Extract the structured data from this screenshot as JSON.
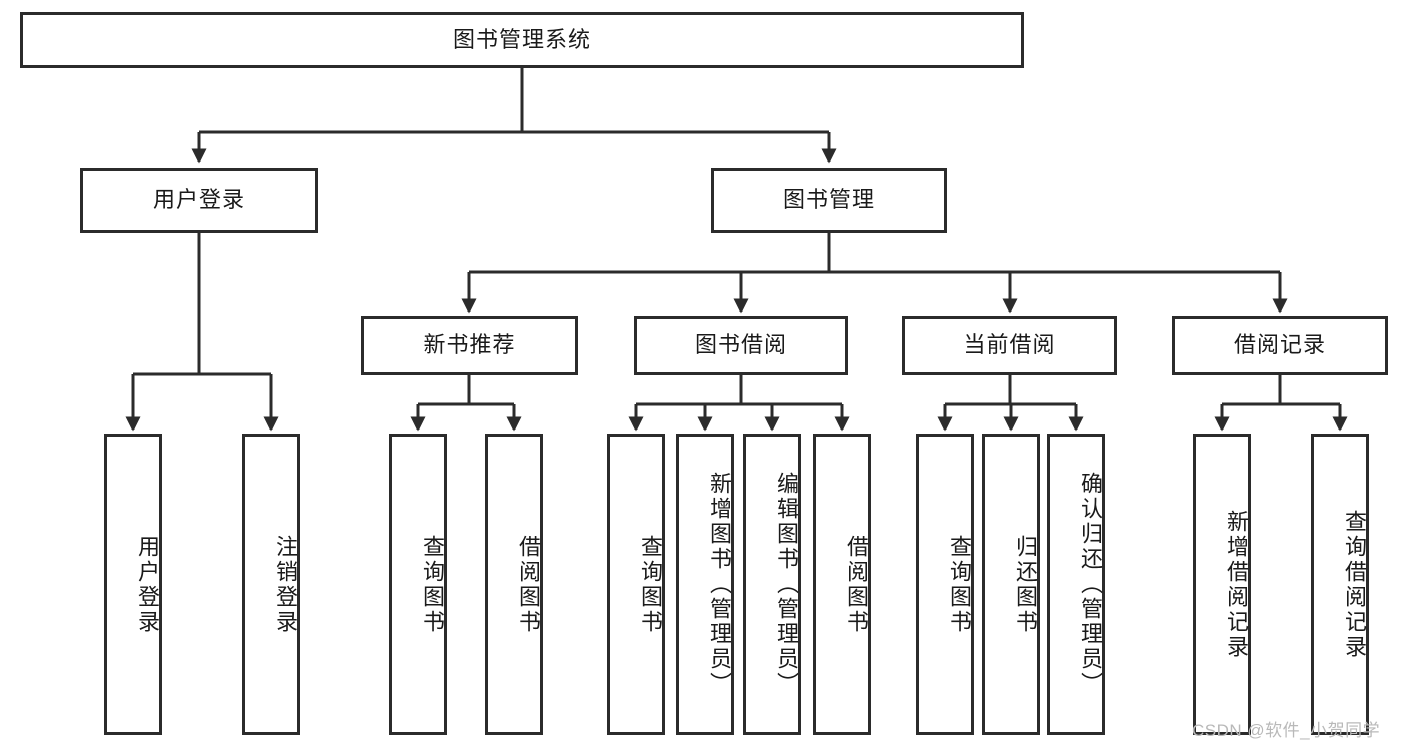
{
  "diagram": {
    "title": "图书管理系统",
    "type": "hierarchy-tree",
    "stroke_color": "#2b2b2b",
    "background_color": "#ffffff",
    "text_color": "#1a1a1a"
  },
  "root": {
    "label": "图书管理系统"
  },
  "level2": [
    {
      "label": "用户登录"
    },
    {
      "label": "图书管理"
    }
  ],
  "level3": [
    {
      "label": "新书推荐"
    },
    {
      "label": "图书借阅"
    },
    {
      "label": "当前借阅"
    },
    {
      "label": "借阅记录"
    }
  ],
  "leaves": {
    "user_login": [
      {
        "label": "用户登录"
      },
      {
        "label": "注销登录"
      }
    ],
    "new_book_recommend": [
      {
        "label": "查询图书"
      },
      {
        "label": "借阅图书"
      }
    ],
    "book_borrow": [
      {
        "label": "查询图书"
      },
      {
        "label": "新增图书（管理员）"
      },
      {
        "label": "编辑图书（管理员）"
      },
      {
        "label": "借阅图书"
      }
    ],
    "current_borrow": [
      {
        "label": "查询图书"
      },
      {
        "label": "归还图书"
      },
      {
        "label": "确认归还（管理员）"
      }
    ],
    "borrow_record": [
      {
        "label": "新增借阅记录"
      },
      {
        "label": "查询借阅记录"
      }
    ]
  },
  "watermark": {
    "text": "CSDN @软件_小贺同学"
  }
}
